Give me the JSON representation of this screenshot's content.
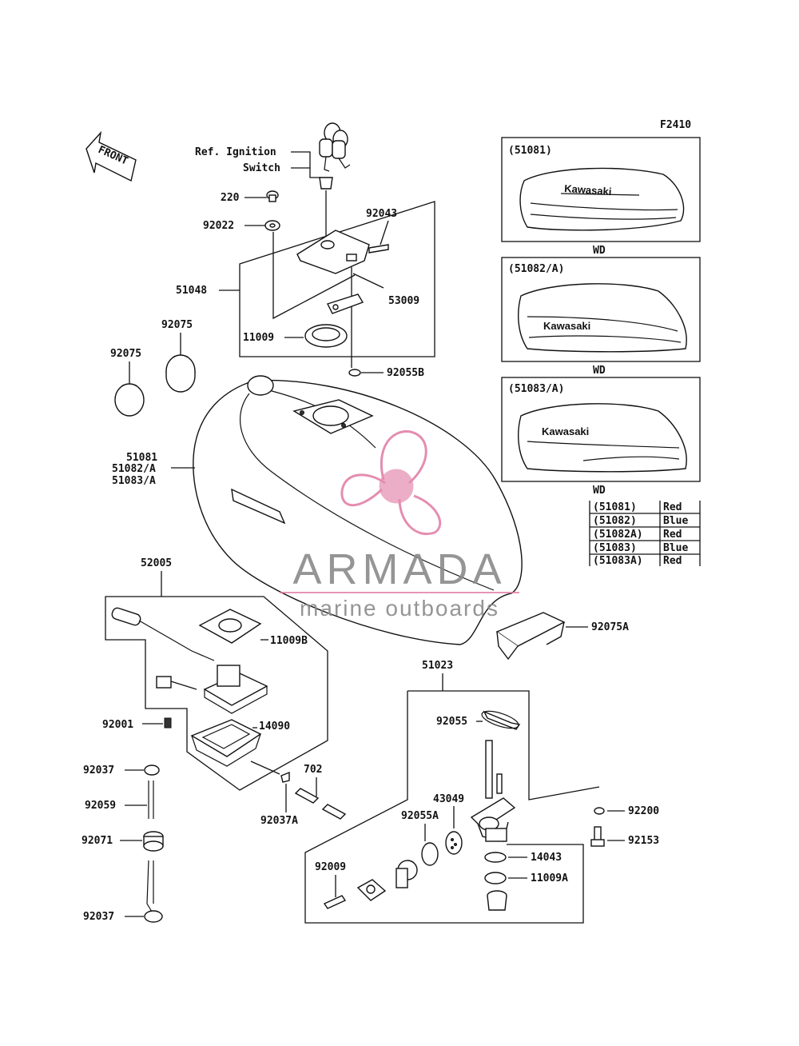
{
  "figure_code": "F2410",
  "front_label": "FRONT",
  "ref_ignition": [
    "Ref. Ignition",
    "Switch"
  ],
  "parts": {
    "p220": "220",
    "p92022": "92022",
    "p92043": "92043",
    "p51048": "51048",
    "p53009": "53009",
    "p11009": "11009",
    "p92075_a": "92075",
    "p92075_b": "92075",
    "p92055B": "92055B",
    "p51081": "51081",
    "p51082A": "51082/A",
    "p51083A": "51083/A",
    "p52005": "52005",
    "p11009B": "11009B",
    "p92075A": "92075A",
    "p92001": "92001",
    "p14090": "14090",
    "p92037_a": "92037",
    "p92059": "92059",
    "p92071": "92071",
    "p92037_b": "92037",
    "p702": "702",
    "p92037A": "92037A",
    "p51023": "51023",
    "p92055": "92055",
    "p43049": "43049",
    "p92055A": "92055A",
    "p92009": "92009",
    "p14043": "14043",
    "p11009A": "11009A",
    "p92200": "92200",
    "p92153": "92153"
  },
  "panels": [
    {
      "code": "(51081)",
      "caption": "WD",
      "brand": "Kawasaki"
    },
    {
      "code": "(51082/A)",
      "caption": "WD",
      "brand": "Kawasaki"
    },
    {
      "code": "(51083/A)",
      "caption": "WD",
      "brand": "Kawasaki"
    }
  ],
  "color_table": [
    {
      "code": "(51081)",
      "color": "Red"
    },
    {
      "code": "(51082)",
      "color": "Blue"
    },
    {
      "code": "(51082A)",
      "color": "Red"
    },
    {
      "code": "(51083)",
      "color": "Blue"
    },
    {
      "code": "(51083A)",
      "color": "Red"
    }
  ],
  "watermark": {
    "title": "ARMADA",
    "subtitle": "marine outboards",
    "gray": "#8a8a8a",
    "pink": "#e07aa3"
  }
}
